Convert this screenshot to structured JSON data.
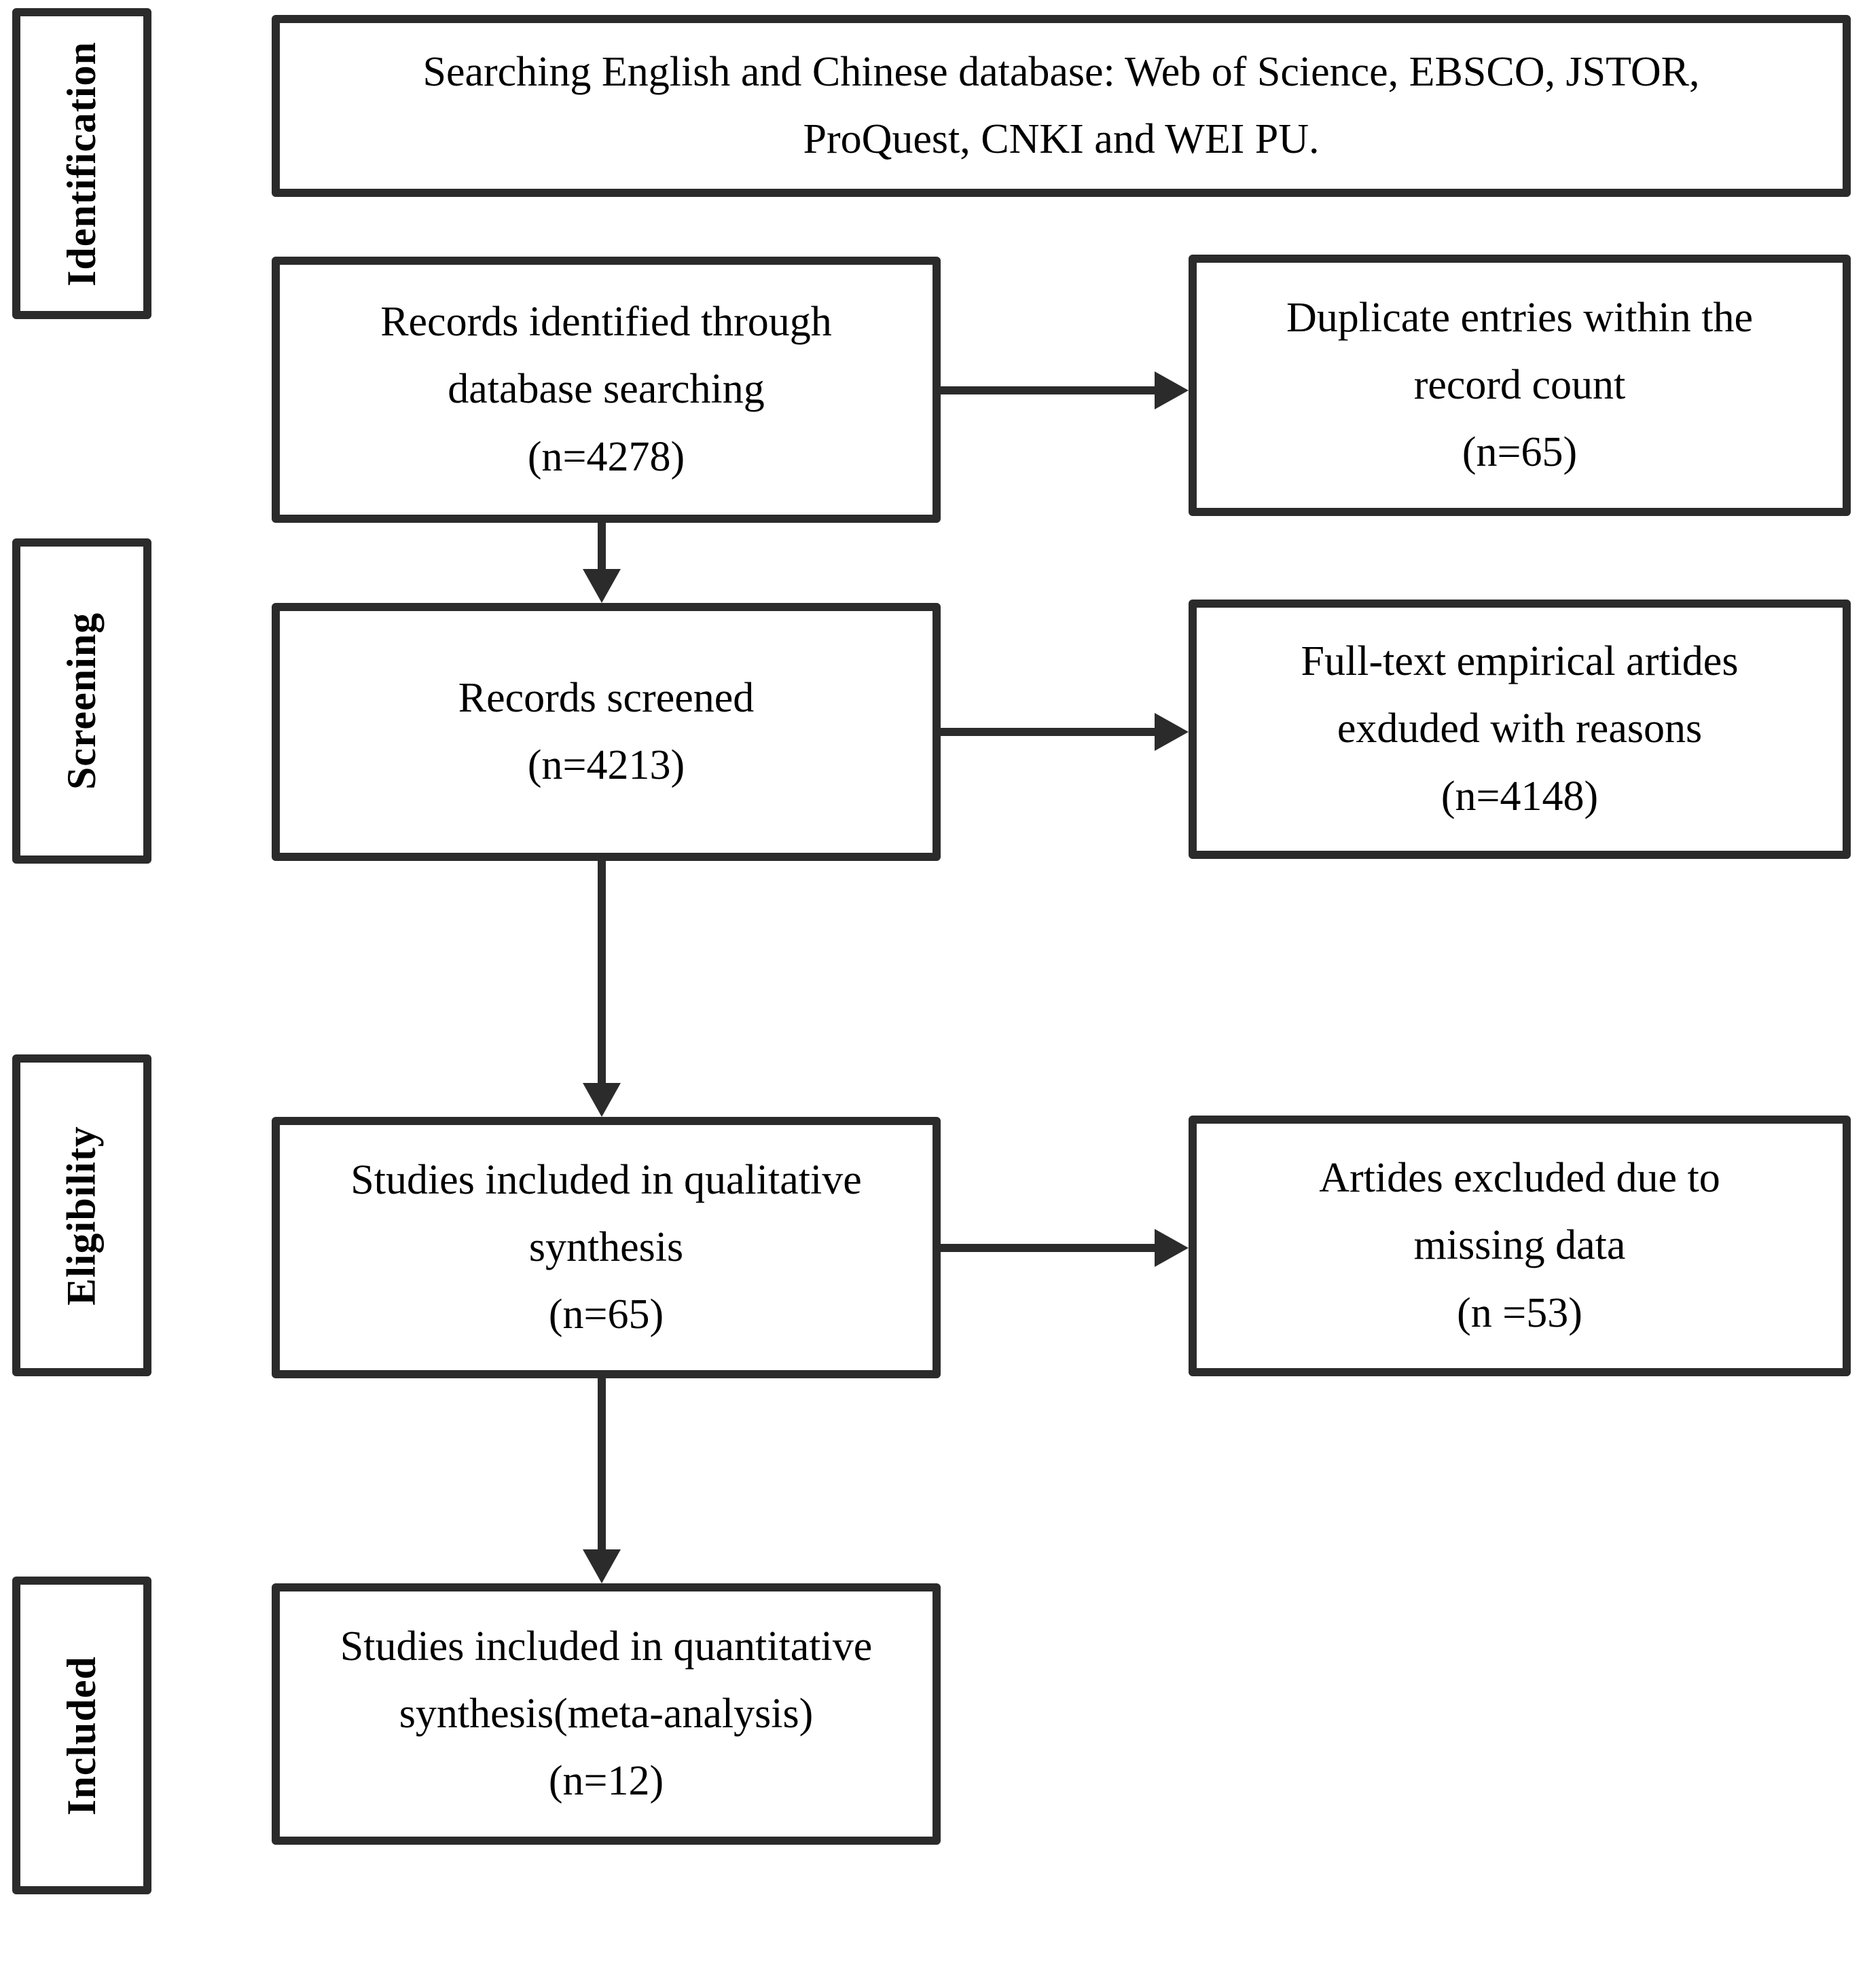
{
  "diagram": {
    "stage_labels": [
      {
        "label": "Identification"
      },
      {
        "label": "Screening"
      },
      {
        "label": "Eligibility"
      },
      {
        "label": "Included"
      }
    ],
    "boxes": {
      "search": "Searching English and Chinese database: Web of Science, EBSCO, JSTOR,\nProQuest, CNKI and WEI PU.",
      "identified": "Records identified through\ndatabase searching\n(n=4278)",
      "duplicates": "Duplicate entries within the\nrecord count\n(n=65)",
      "screened": "Records screened\n(n=4213)",
      "fulltext_excluded": "Full-text empirical artides\nexduded with reasons\n(n=4148)",
      "qualitative": "Studies included in qualitative\nsynthesis\n(n=65)",
      "missing_data_excluded": "Artides excluded due to\nmissing data\n(n =53)",
      "quantitative": "Studies included in quantitative\nsynthesis(meta-analysis)\n(n=12)"
    },
    "colors": {
      "border": "#2b2b2b",
      "background": "#ffffff",
      "text": "#000000"
    }
  }
}
